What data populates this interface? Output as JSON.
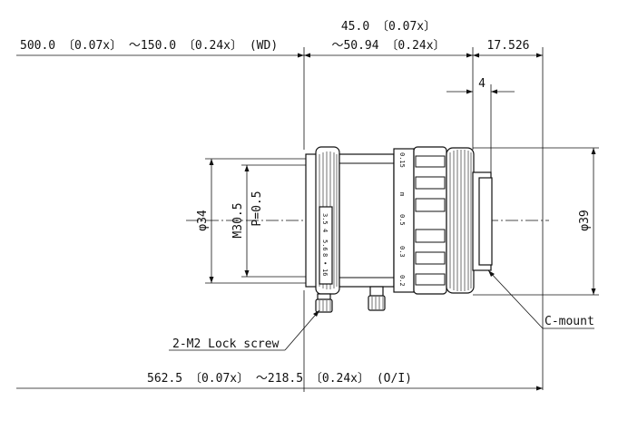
{
  "dimensions": {
    "top_center_line1": "45.0 〔0.07x〕",
    "top_center_line2": "～50.94 〔0.24x〕",
    "top_left_wd": "500.0 〔0.07x〕 ～150.0 〔0.24x〕 (WD)",
    "top_right": "17.526",
    "flange_offset": "4",
    "left_diameter": "φ34",
    "thread_spec": "M30.5",
    "thread_pitch": "P=0.5",
    "right_diameter": "φ39",
    "overall_oi": "562.5 〔0.07x〕 ～218.5 〔0.24x〕 (O/I)"
  },
  "callouts": {
    "lock_screw": "2-M2 Lock screw",
    "mount": "C-mount"
  },
  "iris_scale": [
    "3.5",
    "4",
    "5.6",
    "8",
    "•",
    "16"
  ],
  "focus_scale": [
    "0.15",
    "m",
    "0.5",
    "0.3",
    "0.2"
  ]
}
